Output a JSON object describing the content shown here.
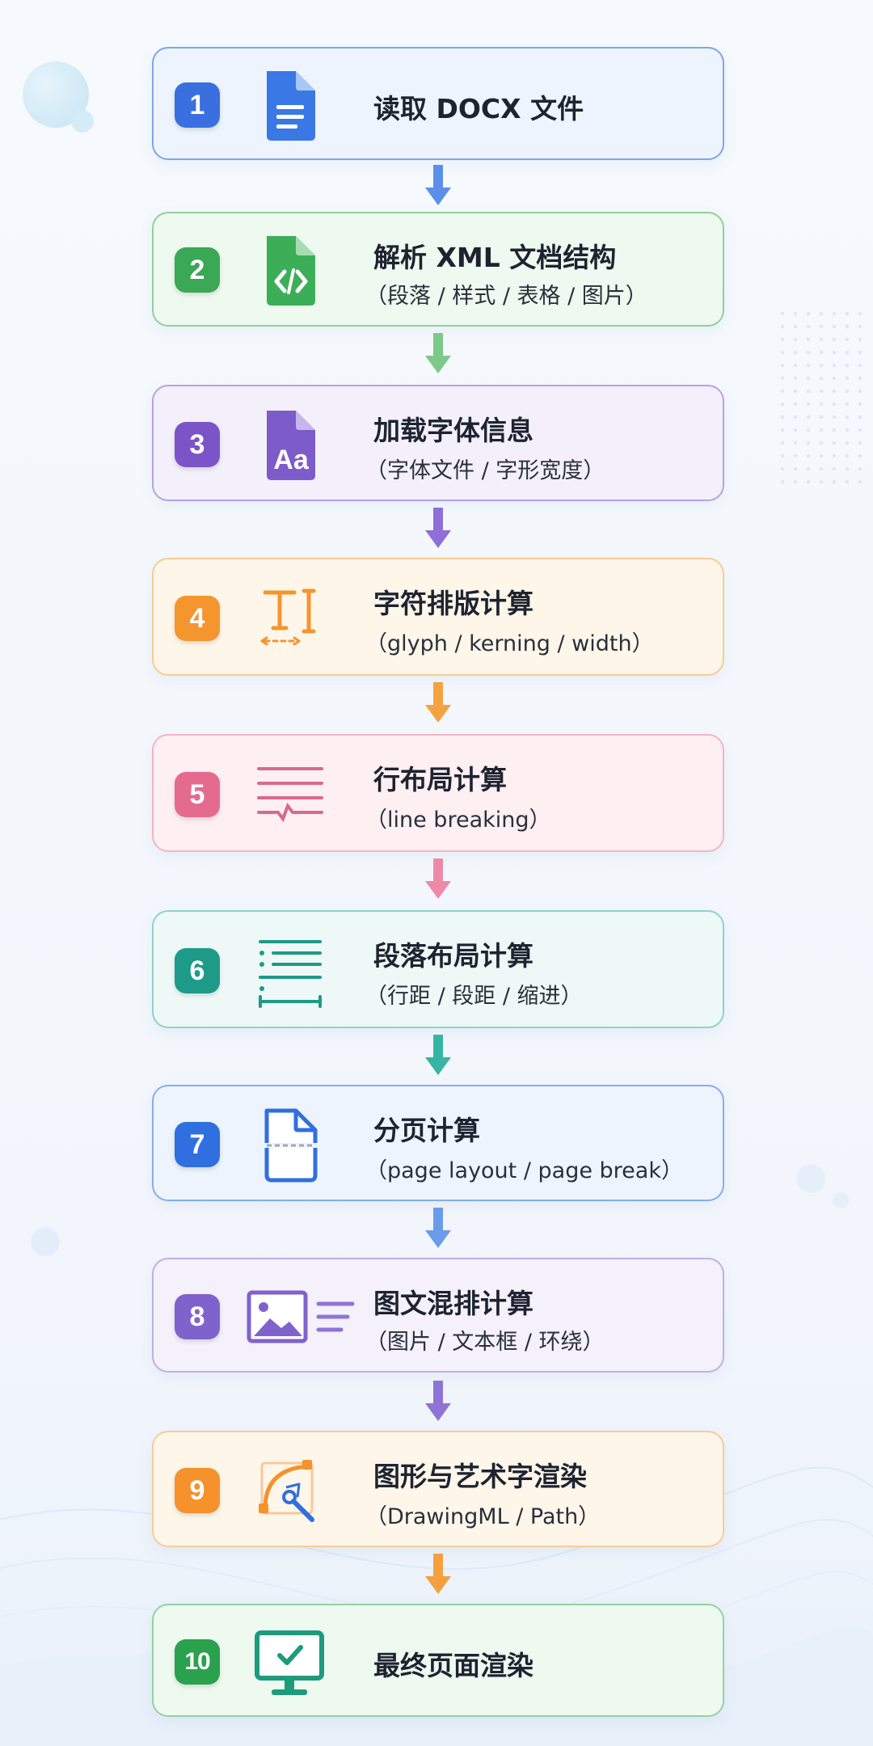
{
  "steps": [
    {
      "num": "1",
      "title": "读取 DOCX 文件",
      "subtitle": "",
      "icon": "document-icon",
      "accent": "#3a6fe0",
      "border": "#7fa6e8",
      "bg": "#eef4fd"
    },
    {
      "num": "2",
      "title": "解析 XML 文档结构",
      "subtitle": "（段落 / 样式 / 表格 / 图片）",
      "icon": "xml-file-icon",
      "accent": "#3aa855",
      "border": "#8fd29a",
      "bg": "#eef9ef"
    },
    {
      "num": "3",
      "title": "加载字体信息",
      "subtitle": "（字体文件 / 字形宽度）",
      "icon": "font-file-icon",
      "accent": "#7b55c8",
      "border": "#b6a2e3",
      "bg": "#f3f0fb"
    },
    {
      "num": "4",
      "title": "字符排版计算",
      "subtitle": "（glyph / kerning / width）",
      "icon": "text-cursor-icon",
      "accent": "#f5952e",
      "border": "#f7cc92",
      "bg": "#fff6ea"
    },
    {
      "num": "5",
      "title": "行布局计算",
      "subtitle": "（line breaking）",
      "icon": "line-break-icon",
      "accent": "#e56b8e",
      "border": "#f3b4c4",
      "bg": "#fdeff2"
    },
    {
      "num": "6",
      "title": "段落布局计算",
      "subtitle": "（行距 / 段距 / 缩进）",
      "icon": "paragraph-spacing-icon",
      "accent": "#1e9a88",
      "border": "#8fd3c8",
      "bg": "#eef9f7"
    },
    {
      "num": "7",
      "title": "分页计算",
      "subtitle": "（page layout / page break）",
      "icon": "page-break-icon",
      "accent": "#2f6fe0",
      "border": "#86aeea",
      "bg": "#eef4fd"
    },
    {
      "num": "8",
      "title": "图文混排计算",
      "subtitle": "（图片 / 文本框 / 环绕）",
      "icon": "image-text-icon",
      "accent": "#8062cc",
      "border": "#bfb0e6",
      "bg": "#f4f1fb"
    },
    {
      "num": "9",
      "title": "图形与艺术字渲染",
      "subtitle": "（DrawingML / Path）",
      "icon": "vector-pen-icon",
      "accent": "#f5922c",
      "border": "#f7cd96",
      "bg": "#fff6ea"
    },
    {
      "num": "10",
      "title": "最终页面渲染",
      "subtitle": "",
      "icon": "monitor-check-icon",
      "accent": "#2aa14d",
      "border": "#93d3a0",
      "bg": "#eef9f0"
    }
  ],
  "arrows": [
    {
      "color": "#5b8fe8"
    },
    {
      "color": "#7cc98a"
    },
    {
      "color": "#8f6fd6"
    },
    {
      "color": "#f5a340"
    },
    {
      "color": "#ee8aa8"
    },
    {
      "color": "#36b5a4"
    },
    {
      "color": "#6b9ce8"
    },
    {
      "color": "#8f74d6"
    },
    {
      "color": "#f5a040"
    }
  ]
}
